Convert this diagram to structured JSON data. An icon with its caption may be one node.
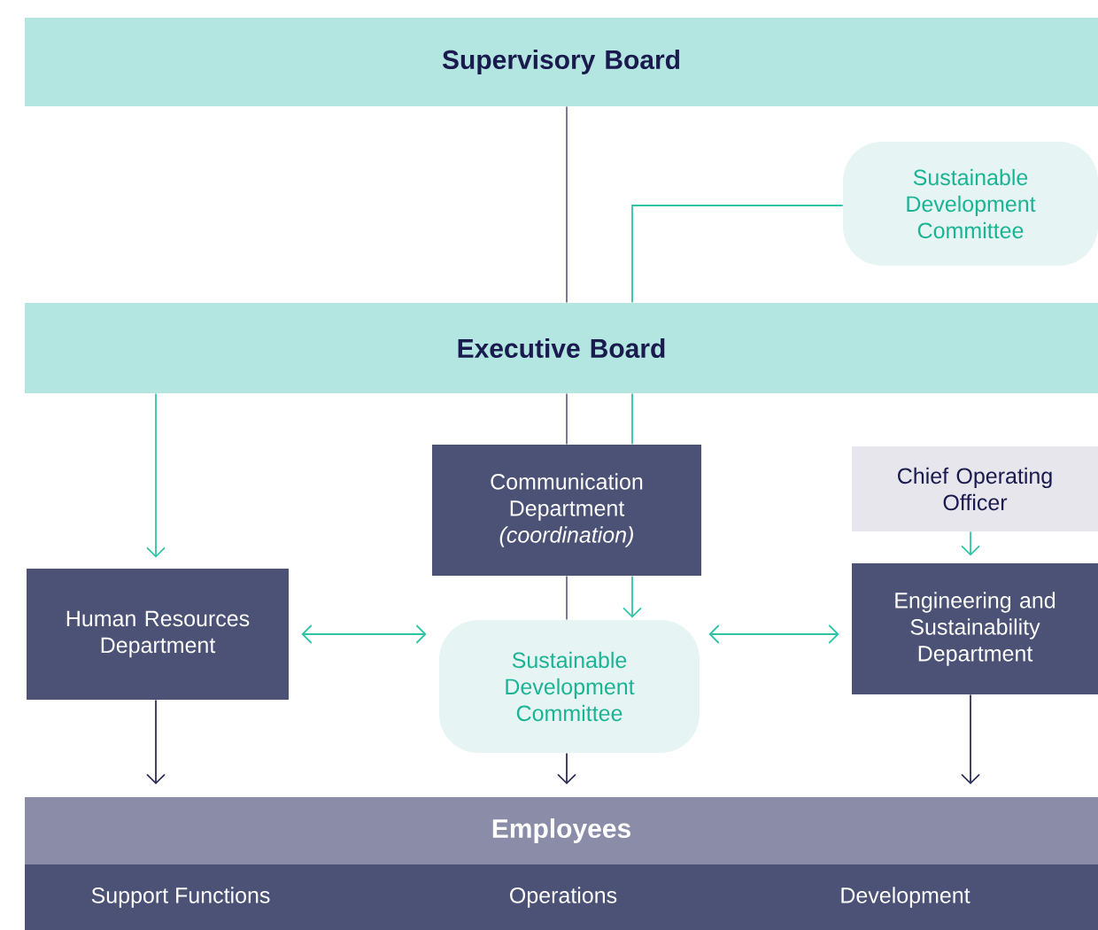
{
  "diagram": {
    "nodes": [
      {
        "text": [
          "Supervisory Board"
        ]
      },
      {
        "text": [
          "Sustainable Development Committee"
        ]
      },
      {
        "text": [
          "Executive Board"
        ]
      },
      {
        "text": [
          "Communication Department",
          "(coordination)"
        ]
      },
      {
        "text": [
          "Chief Operating Officer"
        ]
      },
      {
        "text": [
          "Human Resources Department"
        ]
      },
      {
        "text": [
          "Sustainable Development Committee"
        ]
      },
      {
        "text": [
          "Engineering and Sustainability Department"
        ]
      },
      {
        "text": [
          "Employees"
        ]
      },
      {
        "text": [
          "Support Functions",
          "Operations",
          "Development"
        ]
      }
    ],
    "edges": [
      {
        "from": 0,
        "to": 2,
        "arrow": "none",
        "color": "#6b6b8e"
      },
      {
        "from": 1,
        "to": 2,
        "arrow": "none"
      },
      {
        "from": 2,
        "to": 3,
        "arrow": "none",
        "color": "#6b6b8e"
      },
      {
        "from": 2,
        "to": 3,
        "arrow": "none"
      },
      {
        "from": 3,
        "to": 6,
        "arrow": "none",
        "color": "#6b6b8e"
      },
      {
        "from": 3,
        "to": 6,
        "arrow": "to"
      },
      {
        "from": 2,
        "to": 5,
        "arrow": "to"
      },
      {
        "from": 4,
        "to": 7,
        "arrow": "to"
      },
      {
        "from": 5,
        "to": 6,
        "arrow": "both"
      },
      {
        "from": 6,
        "to": 7,
        "arrow": "both"
      },
      {
        "from": 5,
        "to": 8,
        "arrow": "to",
        "color": "#2e2e5a"
      },
      {
        "from": 6,
        "to": 8,
        "arrow": "to",
        "color": "#2e2e5a"
      },
      {
        "from": 7,
        "to": 8,
        "arrow": "to",
        "color": "#2e2e5a"
      }
    ]
  }
}
